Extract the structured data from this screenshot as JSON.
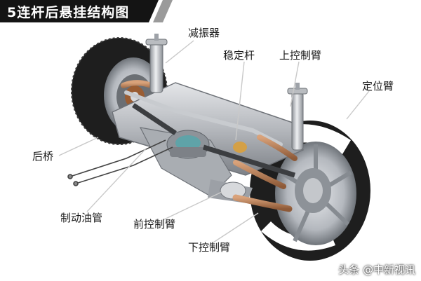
{
  "title": "5连杆后悬挂结构图",
  "colors": {
    "banner": "#141414",
    "banner_stripe": "#9a9a9a",
    "leader_line": "#c9c9c9",
    "tire": "#1e1e1e",
    "metal": "#b9bcc0",
    "copper": "#b07a55"
  },
  "labels": {
    "shock_absorber": "减振器",
    "stabilizer_bar": "稳定杆",
    "upper_control_arm": "上控制臂",
    "trailing_arm": "定位臂",
    "rear_axle": "后桥",
    "brake_line": "制动油管",
    "front_control_arm": "前控制臂",
    "lower_control_arm": "下控制臂"
  },
  "watermark": "头条 @中新视讯"
}
